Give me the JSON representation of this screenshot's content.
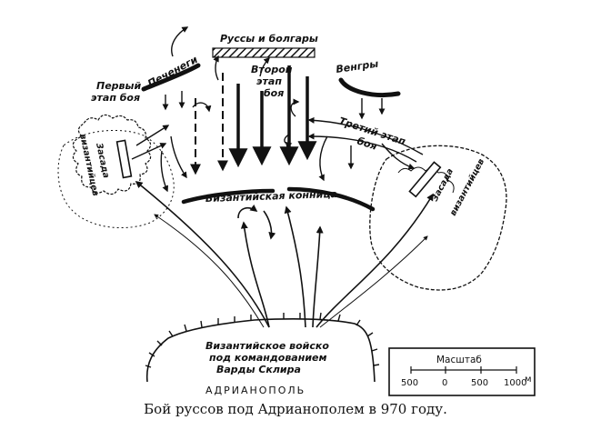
{
  "map": {
    "labels": {
      "rus_bulgars": "Руссы и болгары",
      "pechenegs": "Печенеги",
      "hungarians": "Венгры",
      "first_stage": [
        "Первый",
        "этап боя"
      ],
      "second_stage": [
        "Второй",
        "этап",
        "боя"
      ],
      "third_stage": [
        "Третий этап",
        "боя"
      ],
      "ambush_left": [
        "Засада",
        "византийцев"
      ],
      "ambush_right": [
        "Засада",
        "византийцев"
      ],
      "byz_cavalry": "Византийская конница",
      "byz_army": [
        "Византийское войско",
        "под командованием",
        "Варды Склира"
      ],
      "city": "АДРИАНОПОЛЬ"
    },
    "scale": {
      "title": "Масштаб",
      "ticks": [
        "500",
        "0",
        "500",
        "1000"
      ],
      "unit": "м"
    }
  },
  "caption": "Бой руссов под Адрианополем в 970 году."
}
